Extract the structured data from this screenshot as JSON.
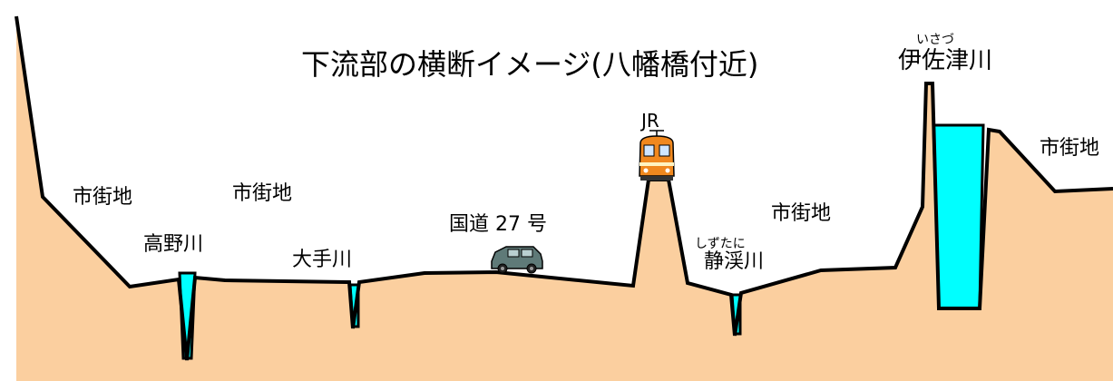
{
  "title": "下流部の横断イメージ(八幡橋付近)",
  "labels": {
    "city_left_1": "市街地",
    "city_left_2": "市街地",
    "city_center": "市街地",
    "city_right": "市街地",
    "takano_river": "高野川",
    "ote_river": "大手川",
    "route27": "国道 27 号",
    "jr": "JR",
    "shizutani_ruby": "しずたに",
    "shizutani_river": "静渓川",
    "isatsu_ruby": "いさづ",
    "isatsu_river": "伊佐津川"
  },
  "colors": {
    "ground": "#fbcf9f",
    "water": "#00ffff",
    "outline": "#000000",
    "train_body": "#f0881e",
    "car_body": "#5f7a78"
  },
  "icons": {
    "train": "train-icon",
    "car": "car-icon"
  }
}
